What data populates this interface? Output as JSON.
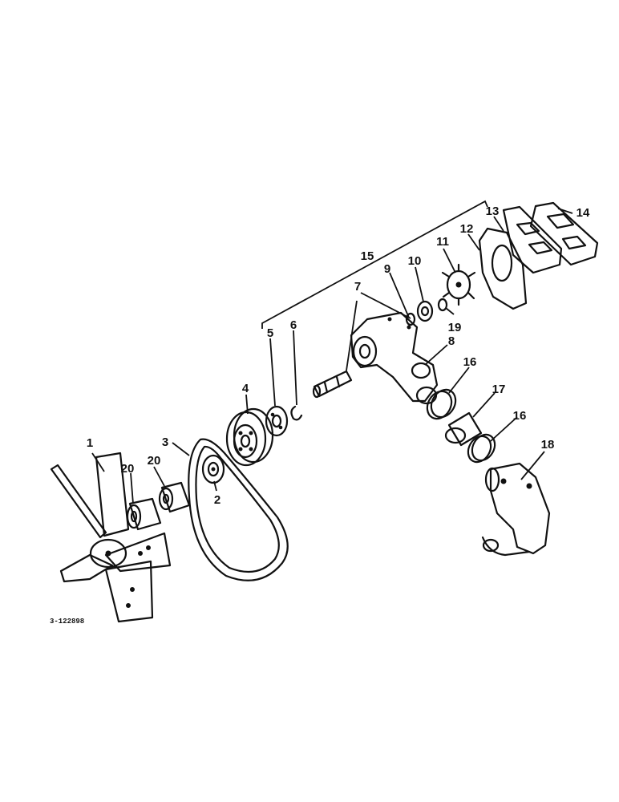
{
  "drawing_number": "3-122898",
  "callouts": [
    {
      "id": "c1",
      "label": "1"
    },
    {
      "id": "c2",
      "label": "2"
    },
    {
      "id": "c3",
      "label": "3"
    },
    {
      "id": "c4",
      "label": "4"
    },
    {
      "id": "c5",
      "label": "5"
    },
    {
      "id": "c6",
      "label": "6"
    },
    {
      "id": "c7",
      "label": "7"
    },
    {
      "id": "c8",
      "label": "8"
    },
    {
      "id": "c9",
      "label": "9"
    },
    {
      "id": "c10",
      "label": "10"
    },
    {
      "id": "c11",
      "label": "11"
    },
    {
      "id": "c12",
      "label": "12"
    },
    {
      "id": "c13",
      "label": "13"
    },
    {
      "id": "c14",
      "label": "14"
    },
    {
      "id": "c15",
      "label": "15"
    },
    {
      "id": "c16a",
      "label": "16"
    },
    {
      "id": "c16b",
      "label": "16"
    },
    {
      "id": "c17",
      "label": "17"
    },
    {
      "id": "c18",
      "label": "18"
    },
    {
      "id": "c19",
      "label": "19"
    },
    {
      "id": "c20a",
      "label": "20"
    },
    {
      "id": "c20b",
      "label": "20"
    }
  ]
}
